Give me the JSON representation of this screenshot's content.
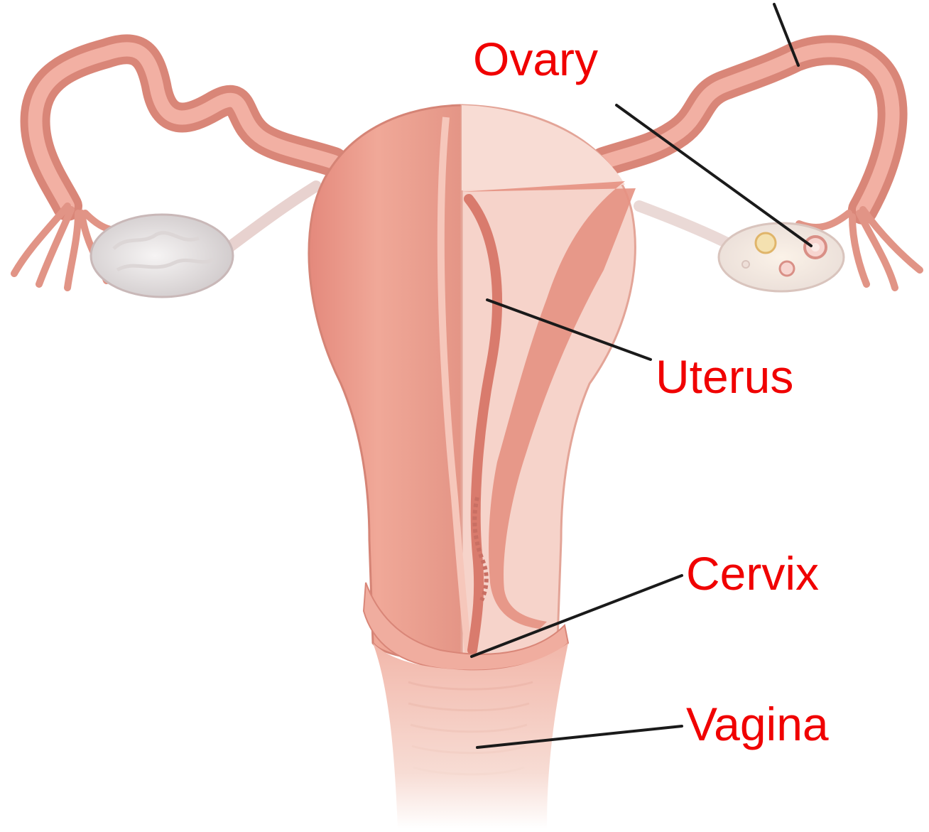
{
  "diagram": {
    "labels": {
      "ovary": "Ovary",
      "uterus": "Uterus",
      "cervix": "Cervix",
      "vagina": "Vagina"
    },
    "colors": {
      "label_text": "#f00000",
      "leader_line": "#1a1a1a",
      "tissue_dark": "#d9877b",
      "tissue_mid": "#ea9f92",
      "tissue_light": "#f6d2c8",
      "ovary_tissue": "#e8e4e4",
      "background": "#ffffff"
    }
  }
}
